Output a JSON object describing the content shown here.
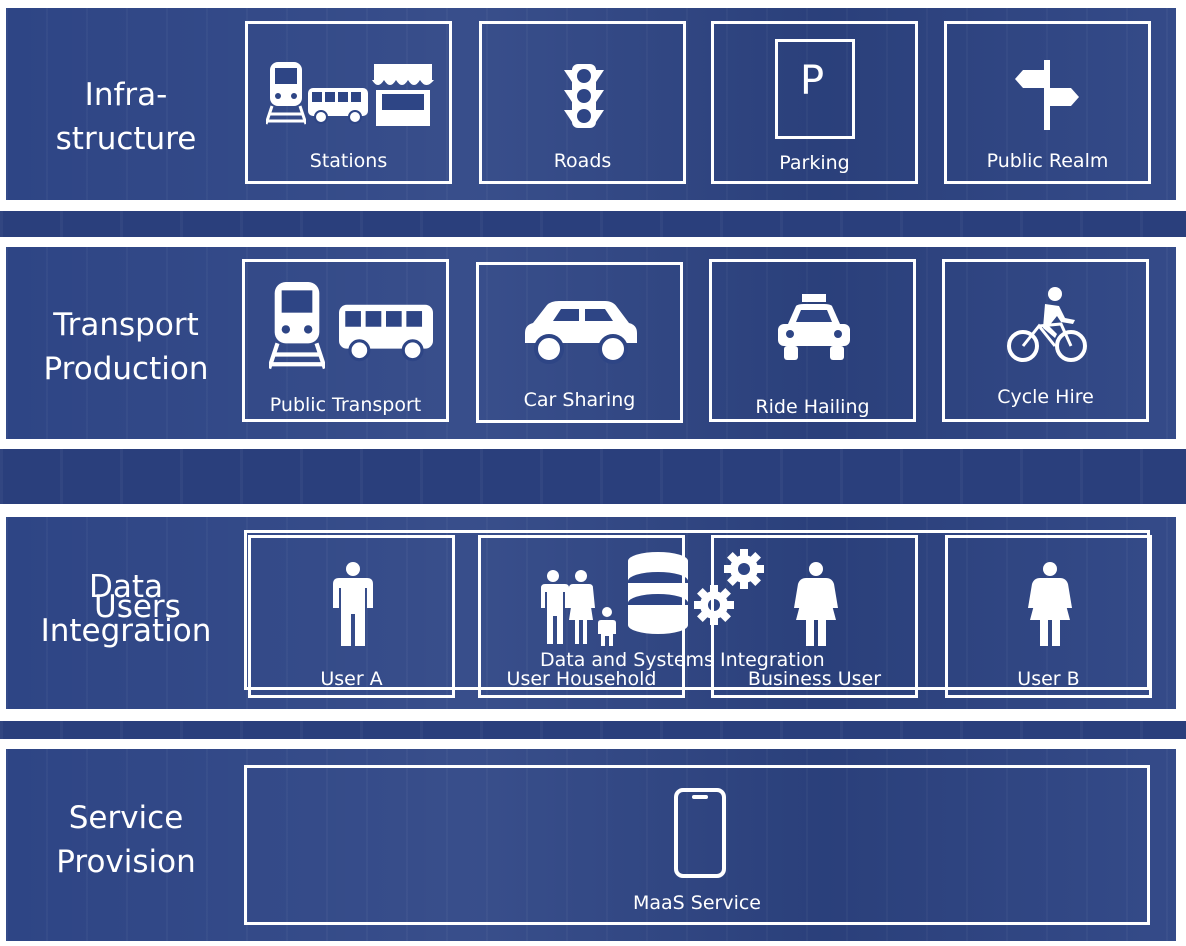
{
  "layers": {
    "infrastructure": {
      "label_line1": "Infra-",
      "label_line2": "structure",
      "boxes": [
        "Stations",
        "Roads",
        "Parking",
        "Public Realm"
      ],
      "parking_letter": "P"
    },
    "transport": {
      "label_line1": "Transport",
      "label_line2": "Production",
      "boxes": [
        "Public Transport",
        "Car Sharing",
        "Ride Hailing",
        "Cycle Hire"
      ]
    },
    "data": {
      "label_line1": "Data",
      "label_line2": "Integration",
      "overlay_label": "Users",
      "integration_box": "Data and Systems Integration",
      "boxes": [
        "User A",
        "User Household",
        "Business User",
        "User B"
      ]
    },
    "service": {
      "label_line1": "Service",
      "label_line2": "Provision",
      "box": "MaaS Service"
    }
  },
  "colors": {
    "band": "#2e4585",
    "strip": "#2a3f7c",
    "line": "#ffffff"
  },
  "icons": [
    "train-icon",
    "bus-icon",
    "kiosk-icon",
    "traffic-light-icon",
    "parking-sign-icon",
    "signpost-icon",
    "car-icon",
    "taxi-icon",
    "cyclist-icon",
    "man-icon",
    "family-icon",
    "database-icon",
    "gears-icon",
    "woman-icon",
    "smartphone-icon"
  ]
}
